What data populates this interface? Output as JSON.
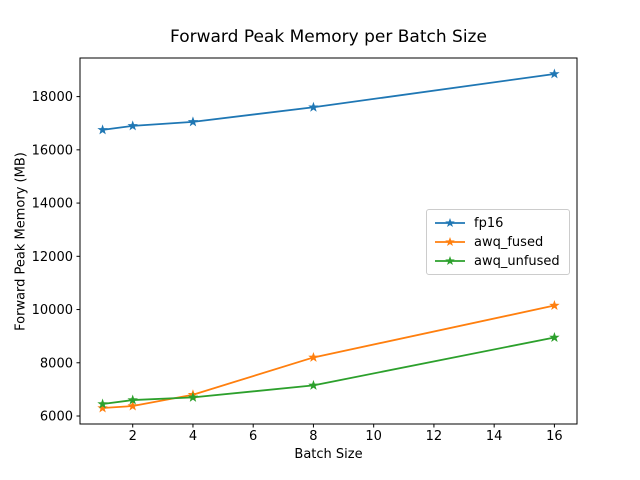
{
  "figure": {
    "background": "#ffffff",
    "text_color": "#000000",
    "spine_color": "#000000",
    "legend_border_color": "#cccccc"
  },
  "chart_data": {
    "type": "line",
    "title": "Forward Peak Memory per Batch Size",
    "xlabel": "Batch Size",
    "ylabel": "Forward Peak Memory (MB)",
    "x": [
      1,
      2,
      4,
      8,
      16
    ],
    "series": [
      {
        "name": "fp16",
        "color": "#1f77b4",
        "values": [
          16750,
          16900,
          17050,
          17600,
          18850
        ]
      },
      {
        "name": "awq_fused",
        "color": "#ff7f0e",
        "values": [
          6300,
          6375,
          6800,
          8200,
          10150
        ]
      },
      {
        "name": "awq_unfused",
        "color": "#2ca02c",
        "values": [
          6450,
          6600,
          6700,
          7150,
          8950
        ]
      }
    ],
    "xticks": [
      2,
      4,
      6,
      8,
      10,
      12,
      14,
      16
    ],
    "yticks": [
      6000,
      8000,
      10000,
      12000,
      14000,
      16000,
      18000
    ],
    "xlim": [
      0.25,
      16.75
    ],
    "ylim": [
      5700,
      19450
    ],
    "marker": "star",
    "grid": false,
    "legend_position": "center right",
    "legend_entries": [
      "fp16",
      "awq_fused",
      "awq_unfused"
    ]
  }
}
